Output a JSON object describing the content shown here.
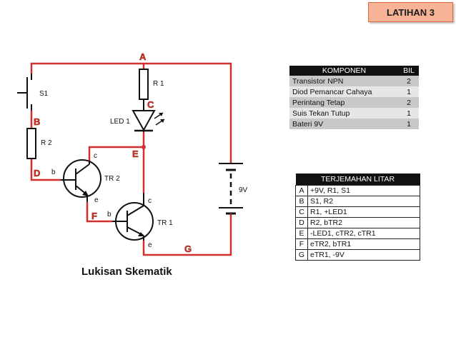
{
  "badge": {
    "label": "LATIHAN 3"
  },
  "caption": "Lukisan Skematik",
  "schematic": {
    "nodes": [
      "A",
      "B",
      "C",
      "D",
      "E",
      "F",
      "G"
    ],
    "labels": {
      "s1": "S1",
      "r1": "R 1",
      "r2": "R 2",
      "led1": "LED 1",
      "tr1": "TR 1",
      "tr2": "TR 2",
      "battery": "9V",
      "tr2_b": "b",
      "tr2_c": "c",
      "tr2_e": "e",
      "tr1_b": "b",
      "tr1_c": "c",
      "tr1_e": "e"
    },
    "colors": {
      "wire": "#d32f2f",
      "component": "#111111",
      "node_label": "#e03a2c"
    }
  },
  "components_table": {
    "headers": [
      "KOMPONEN",
      "BIL"
    ],
    "rows": [
      {
        "name": "Transistor NPN",
        "qty": "2"
      },
      {
        "name": "Diod Pemancar Cahaya",
        "qty": "1"
      },
      {
        "name": "Perintang Tetap",
        "qty": "2"
      },
      {
        "name": "Suis Tekan Tutup",
        "qty": "1"
      },
      {
        "name": "Bateri 9V",
        "qty": "1"
      }
    ]
  },
  "circuit_table": {
    "header": "TERJEMAHAN LITAR",
    "rows": [
      {
        "key": "A",
        "value": "+9V, R1, S1"
      },
      {
        "key": "B",
        "value": "S1, R2"
      },
      {
        "key": "C",
        "value": "R1, +LED1"
      },
      {
        "key": "D",
        "value": "R2, bTR2"
      },
      {
        "key": "E",
        "value": "-LED1, cTR2, cTR1"
      },
      {
        "key": "F",
        "value": "eTR2, bTR1"
      },
      {
        "key": "G",
        "value": "eTR1, -9V"
      }
    ]
  }
}
